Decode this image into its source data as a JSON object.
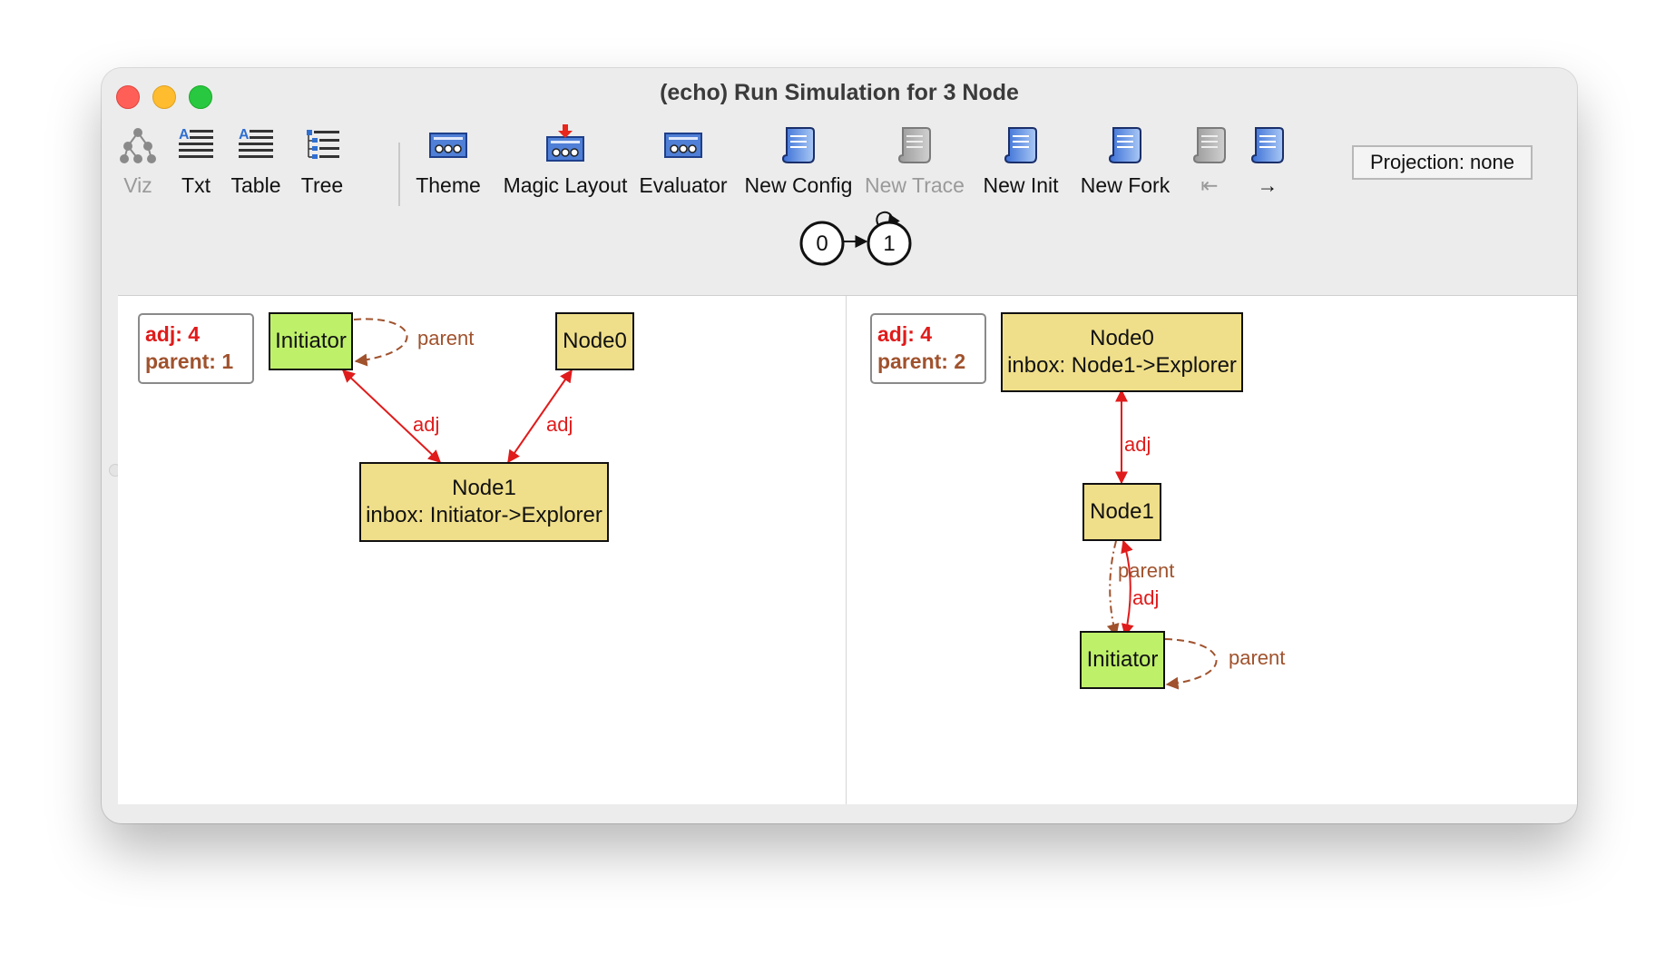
{
  "window": {
    "title": "(echo) Run Simulation for 3 Node"
  },
  "toolbar": {
    "buttons": [
      {
        "label": "Viz",
        "icon": "viz-tree-icon",
        "enabled": false
      },
      {
        "label": "Txt",
        "icon": "text-lines-icon",
        "enabled": true
      },
      {
        "label": "Table",
        "icon": "table-lines-icon",
        "enabled": true
      },
      {
        "label": "Tree",
        "icon": "tree-list-icon",
        "enabled": true
      },
      {
        "label": "Theme",
        "icon": "theme-panel-icon",
        "enabled": true
      },
      {
        "label": "Magic Layout",
        "icon": "magic-layout-icon",
        "enabled": true
      },
      {
        "label": "Evaluator",
        "icon": "evaluator-panel-icon",
        "enabled": true
      },
      {
        "label": "New Config",
        "icon": "scroll-icon",
        "enabled": true
      },
      {
        "label": "New Trace",
        "icon": "scroll-icon",
        "enabled": false
      },
      {
        "label": "New Init",
        "icon": "scroll-icon",
        "enabled": true
      },
      {
        "label": "New Fork",
        "icon": "scroll-icon",
        "enabled": true
      },
      {
        "label": "⇤",
        "icon": "scroll-icon",
        "enabled": false
      },
      {
        "label": "→",
        "icon": "scroll-icon",
        "enabled": true
      }
    ],
    "projection": "Projection: none"
  },
  "state_graph": {
    "states": [
      "0",
      "1"
    ]
  },
  "left_panel": {
    "legend": {
      "adj": "adj: 4",
      "parent": "parent: 1"
    },
    "nodes": {
      "initiator": {
        "name": "Initiator"
      },
      "node0": {
        "name": "Node0"
      },
      "node1": {
        "name": "Node1",
        "inbox": "inbox: Initiator->Explorer"
      }
    },
    "edge_labels": {
      "parent": "parent",
      "adj1": "adj",
      "adj2": "adj"
    }
  },
  "right_panel": {
    "legend": {
      "adj": "adj: 4",
      "parent": "parent: 2"
    },
    "nodes": {
      "node0": {
        "name": "Node0",
        "inbox": "inbox: Node1->Explorer"
      },
      "node1": {
        "name": "Node1"
      },
      "initiator": {
        "name": "Initiator"
      }
    },
    "edge_labels": {
      "adj1": "adj",
      "parent1": "parent",
      "adj2": "adj",
      "parent2": "parent"
    }
  },
  "colors": {
    "adj": "#e01b1b",
    "parent": "#a0522d",
    "node_yellow": "#f0df8a",
    "node_green": "#bff06a"
  }
}
